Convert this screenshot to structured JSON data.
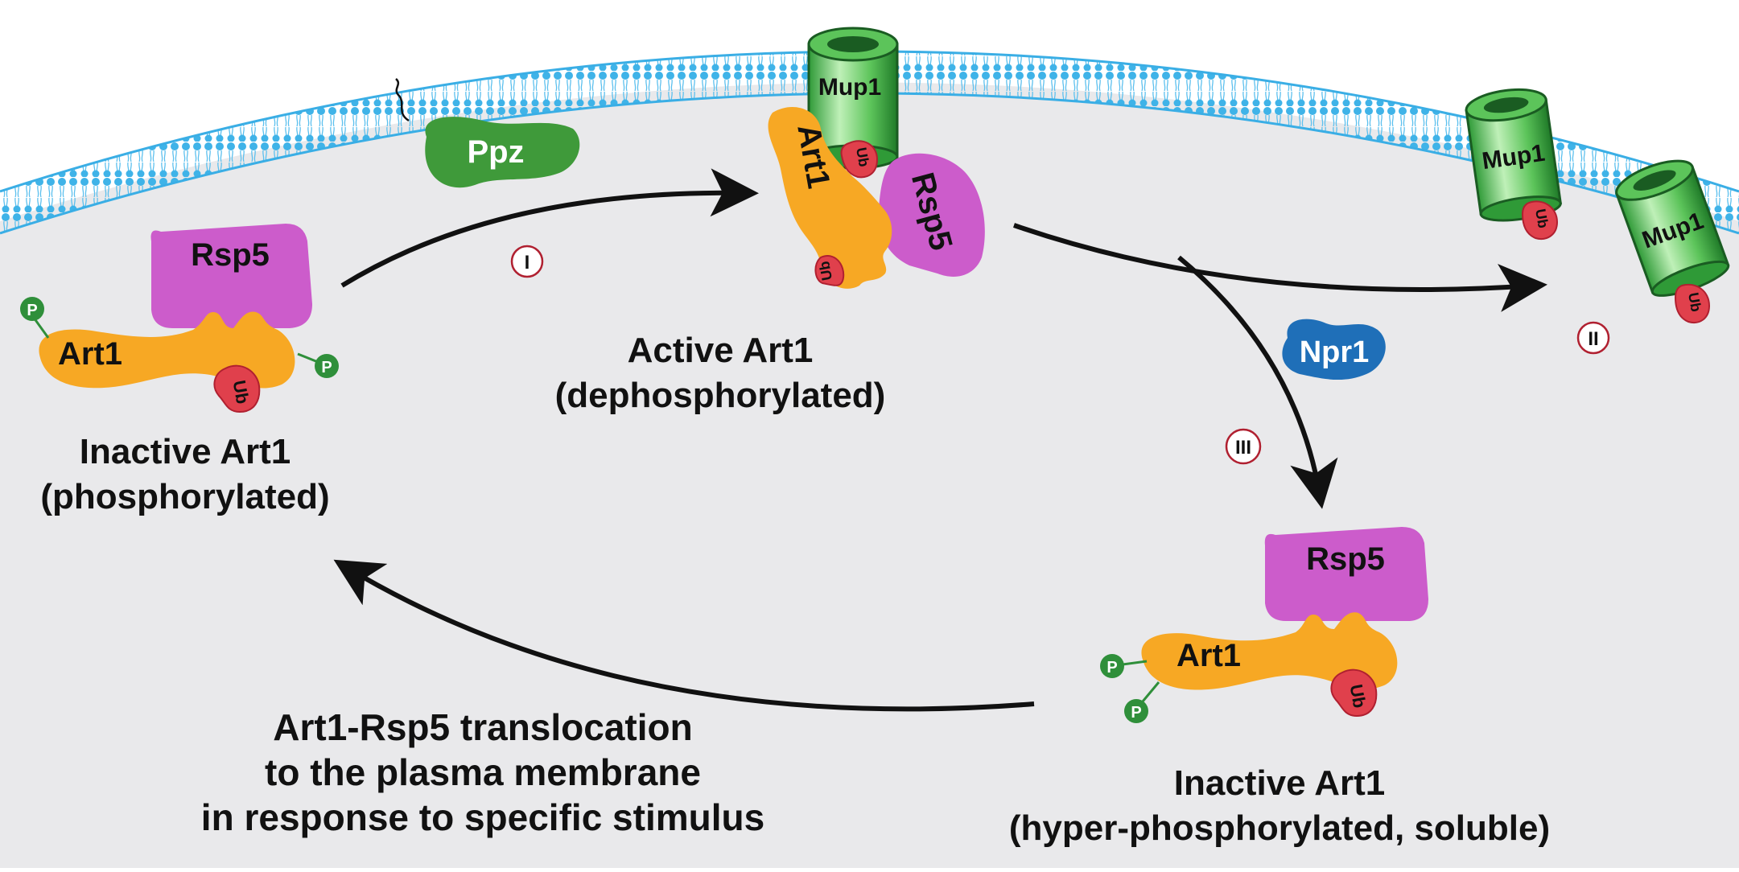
{
  "proteins": {
    "ppz": "Ppz",
    "npr1": "Npr1",
    "rsp5": "Rsp5",
    "art1": "Art1",
    "mup1": "Mup1",
    "ub": "Ub",
    "p": "P"
  },
  "steps": {
    "i": "I",
    "ii": "II",
    "iii": "III"
  },
  "captions": {
    "inactive_title": "Inactive Art1",
    "inactive_sub": "(phosphorylated)",
    "active_title": "Active Art1",
    "active_sub": "(dephosphorylated)",
    "hyper_title": "Inactive Art1",
    "hyper_sub": "(hyper-phosphorylated, soluble)",
    "translocation_line1": "Art1-Rsp5 translocation",
    "translocation_line2": "to the plasma membrane",
    "translocation_line3": "in response to specific stimulus"
  },
  "colors": {
    "background": "#e9e9eb",
    "membrane": "#37aee5",
    "rsp5": "#cc5ccb",
    "art1": "#f7a824",
    "ub": "#e0404c",
    "phosphate": "#2f8f3a",
    "ppz": "#3f9a3a",
    "npr1": "#1f6fb8",
    "mup1": "#5cc45a"
  }
}
